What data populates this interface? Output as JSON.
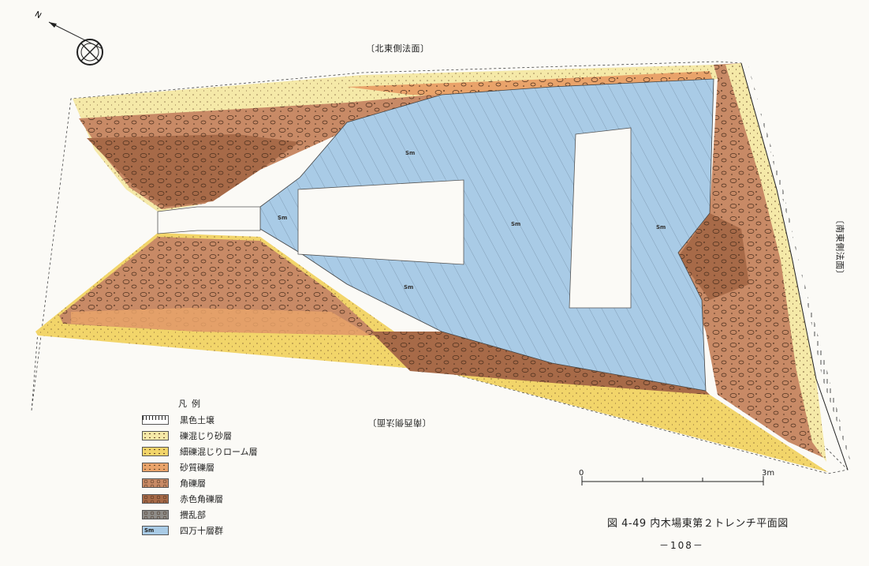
{
  "labels": {
    "north_face": "〔北東側法面〕",
    "south_face": "〔南西側法面〕",
    "east_face": "〔南東側法面〕",
    "sm": "Sm"
  },
  "legend": {
    "title": "凡例",
    "items": [
      {
        "label": "黒色土壌",
        "color": "#ffffff",
        "pattern": "ticks"
      },
      {
        "label": "礫混じり砂層",
        "color": "#f5e9a8",
        "pattern": "dots"
      },
      {
        "label": "細礫混じりローム層",
        "color": "#f2d56a",
        "pattern": "dots"
      },
      {
        "label": "砂質礫層",
        "color": "#e9a36a",
        "pattern": "dots"
      },
      {
        "label": "角礫層",
        "color": "#c88a66",
        "pattern": "stones"
      },
      {
        "label": "赤色角礫層",
        "color": "#a76a48",
        "pattern": "stones"
      },
      {
        "label": "攪乱部",
        "color": "#8e8c88",
        "pattern": "stones"
      },
      {
        "label": "四万十層群",
        "color": "#a9cbe6",
        "pattern": "sm"
      }
    ]
  },
  "scale": {
    "start": "0",
    "end": "3m"
  },
  "caption": "図 4-49 内木場東第２トレンチ平面図",
  "page_number": "－108－",
  "colors": {
    "bedrock": "#a9cbe6",
    "gravel_sand": "#f5e9a8",
    "loam": "#f2d56a",
    "sandy_gravel": "#e9a36a",
    "angular_gravel": "#c88a66",
    "red_gravel": "#a76a48"
  }
}
